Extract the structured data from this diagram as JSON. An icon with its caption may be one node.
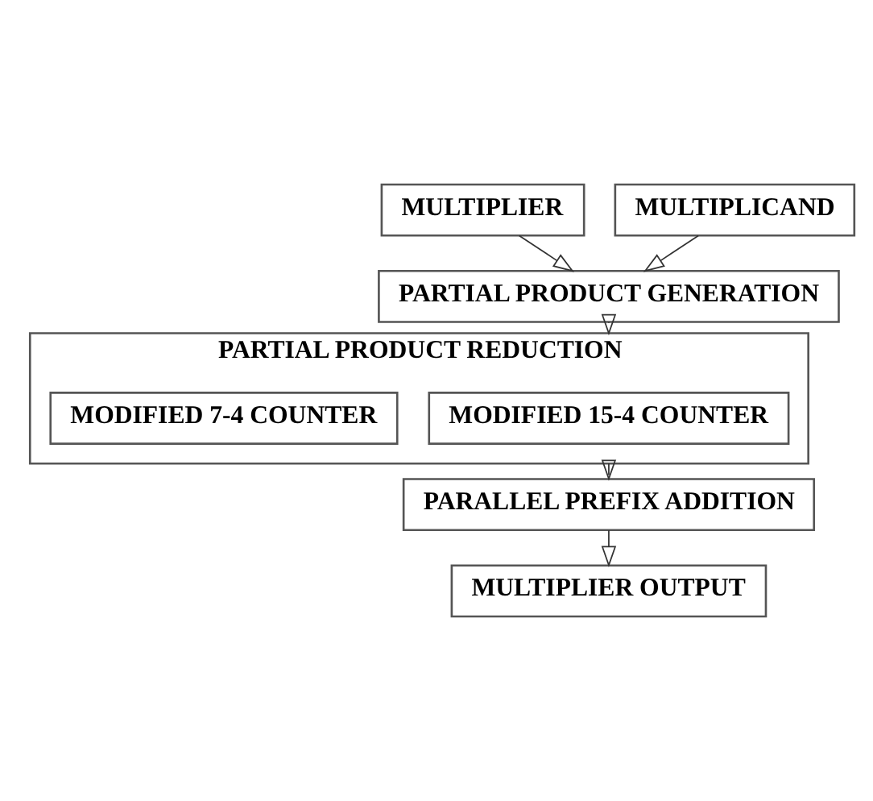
{
  "diagram": {
    "nodes": [
      {
        "text": [
          "MULTIPLIER"
        ]
      },
      {
        "text": [
          "MULTIPLICAND"
        ]
      },
      {
        "text": [
          "PARTIAL PRODUCT GENERATION"
        ]
      },
      {
        "text": [
          "PARTIAL PRODUCT REDUCTION"
        ]
      },
      {
        "text": [
          "MODIFIED 15-4 COUNTER"
        ],
        "in": 3
      },
      {
        "text": [
          "MODIFIED 7-4 COUNTER"
        ],
        "in": 3
      },
      {
        "text": [
          "PARALLEL PREFIX ADDITION"
        ]
      },
      {
        "text": [
          "MULTIPLIER OUTPUT"
        ]
      }
    ],
    "edges": [
      {
        "from": 0,
        "to": 2,
        "arrow": "to"
      },
      {
        "from": 1,
        "to": 2,
        "arrow": "to"
      },
      {
        "from": 2,
        "to": 3,
        "arrow": "to"
      },
      {
        "from": 3,
        "to": 6,
        "arrow": "to"
      },
      {
        "from": 6,
        "to": 7,
        "arrow": "to"
      }
    ]
  }
}
